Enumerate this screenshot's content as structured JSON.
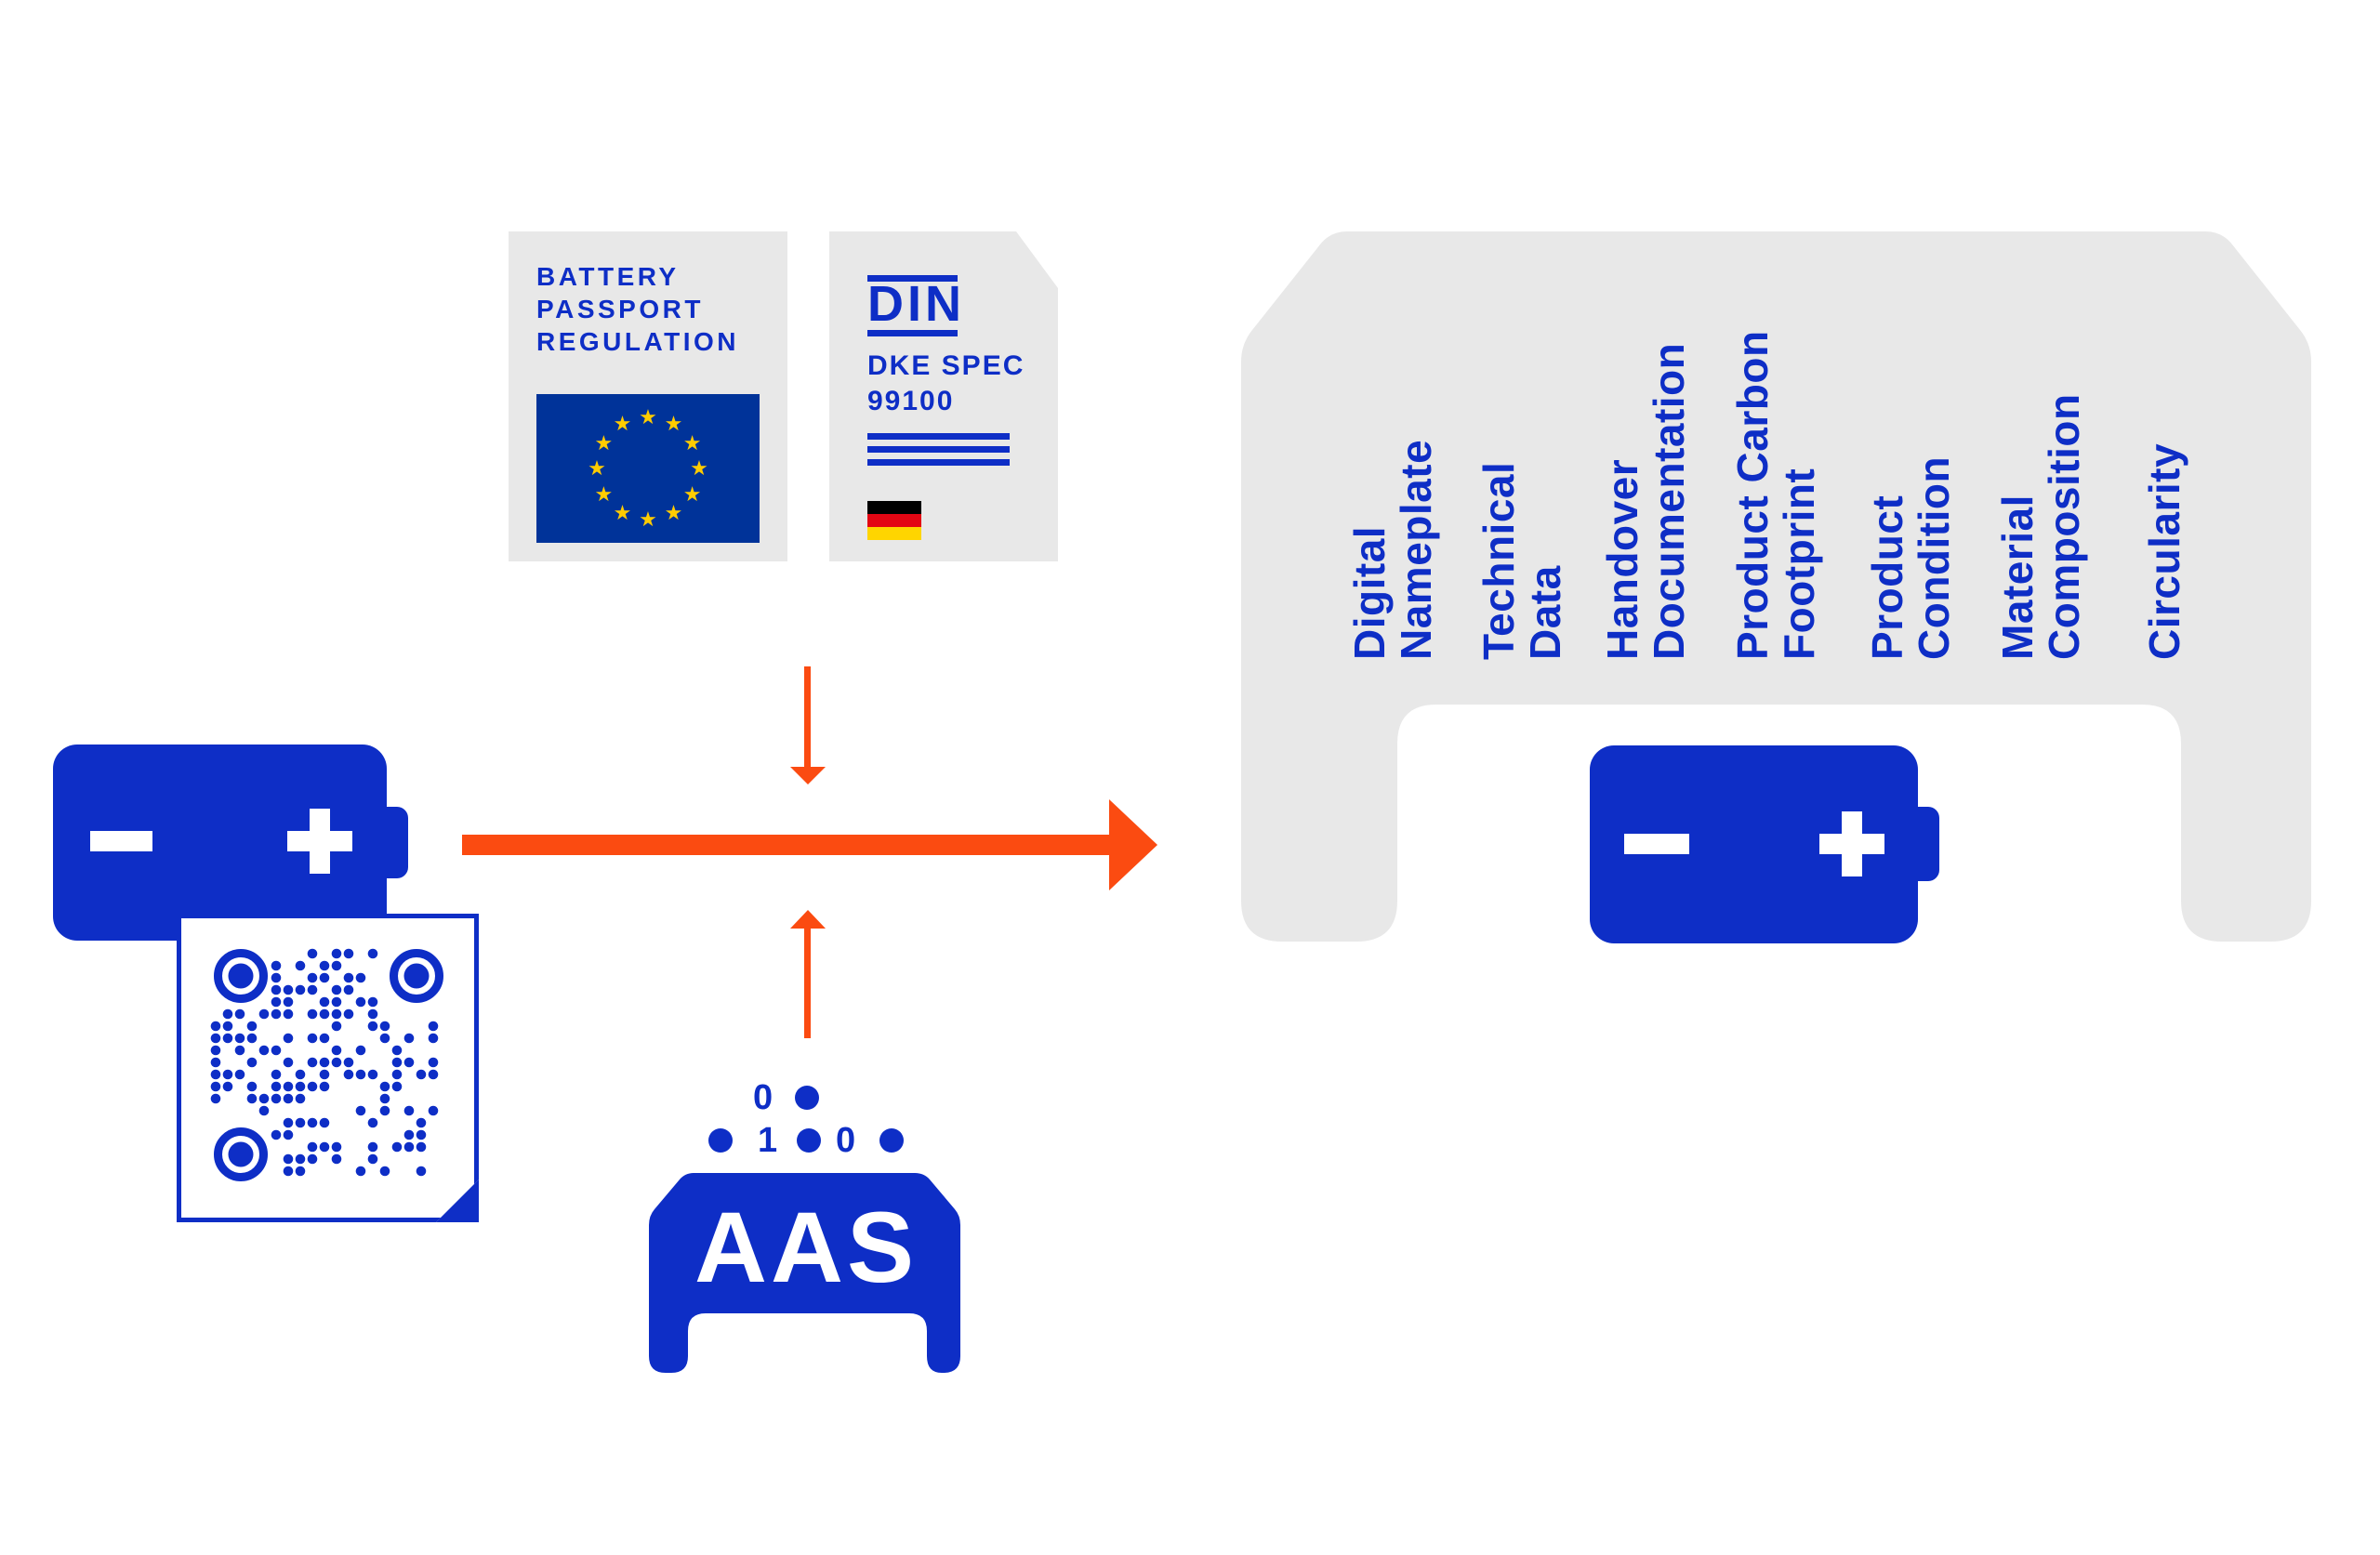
{
  "colors": {
    "primary_blue": "#0E2EC6",
    "eu_flag_blue": "#003399",
    "star_gold": "#FFCC00",
    "arrow_orange": "#FB4B11",
    "card_gray": "#E8E8E8",
    "german_flag_red": "#E30613",
    "german_flag_gold": "#FFD500",
    "german_flag_black": "#000000"
  },
  "regulation_card": {
    "title": "BATTERY\nPASSPORT\nREGULATION"
  },
  "din_card": {
    "logo": "DIN",
    "spec": "DKE SPEC\n99100"
  },
  "passport": {
    "labels": [
      "Digital\nNameplate",
      "Technical\nData",
      "Handover\nDocumentation",
      "Product Carbon\nFootprint",
      "Product\nCondition",
      "Material\nComposition",
      "Circularity"
    ]
  },
  "aas": {
    "label": "AAS",
    "bit_row1_digit": "0",
    "bit_row2_digit1": "1",
    "bit_row2_digit2": "0"
  }
}
